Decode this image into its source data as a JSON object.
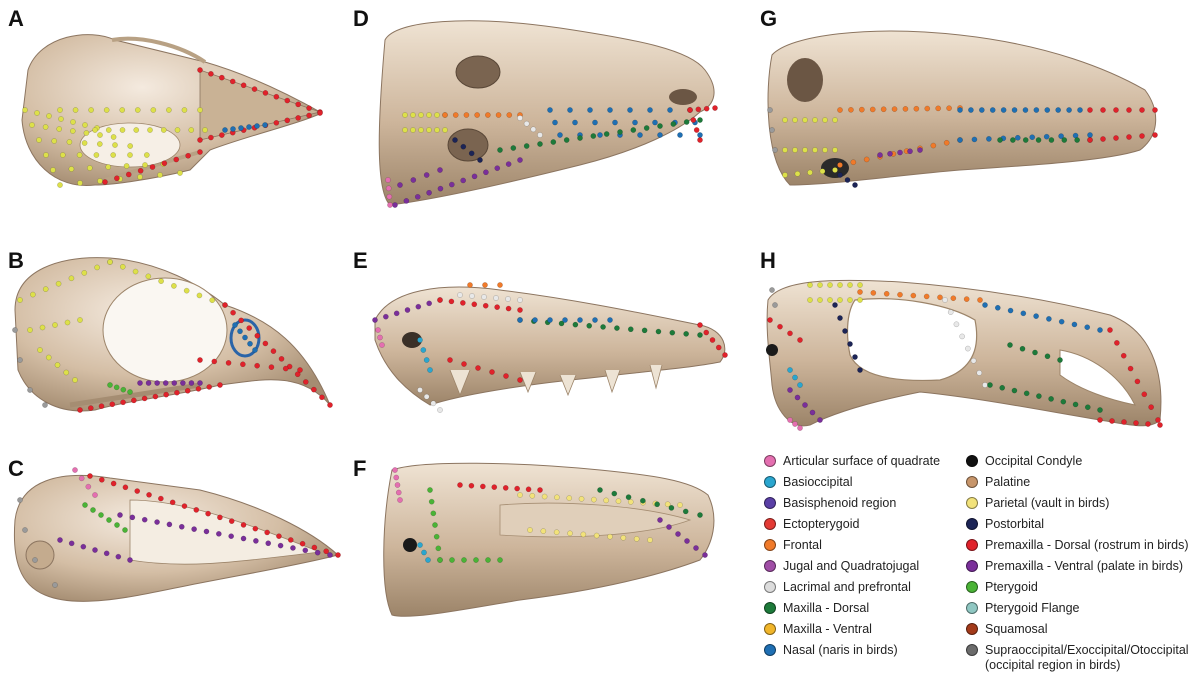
{
  "panels": [
    "A",
    "B",
    "C",
    "D",
    "E",
    "F",
    "G",
    "H"
  ],
  "colors": {
    "bone": "#cdb59b",
    "bone_dark": "#8c7560",
    "bone_light": "#e9dccb"
  },
  "legend": {
    "left": [
      {
        "label": "Articular surface of quadrate",
        "color": "#e46fb0"
      },
      {
        "label": "Basioccipital",
        "color": "#2aa6cf"
      },
      {
        "label": "Basisphenoid region",
        "color": "#5a3fa6"
      },
      {
        "label": "Ectopterygoid",
        "color": "#e33a34"
      },
      {
        "label": "Frontal",
        "color": "#f07a2a"
      },
      {
        "label": "Jugal and Quadratojugal",
        "color": "#a04ea6"
      },
      {
        "label": "Lacrimal and prefrontal",
        "color": "#dcdcdc"
      },
      {
        "label": "Maxilla - Dorsal",
        "color": "#1d7a3a"
      },
      {
        "label": "Maxilla - Ventral",
        "color": "#f0b52a"
      },
      {
        "label": "Nasal (naris in birds)",
        "color": "#1f6fb3"
      }
    ],
    "right": [
      {
        "label": "Occipital Condyle",
        "color": "#111111"
      },
      {
        "label": "Palatine",
        "color": "#c7956a"
      },
      {
        "label": "Parietal (vault in birds)",
        "color": "#f2e27a"
      },
      {
        "label": "Postorbital",
        "color": "#1c2456"
      },
      {
        "label": "Premaxilla - Dorsal (rostrum in birds)",
        "color": "#e0222b"
      },
      {
        "label": "Premaxilla - Ventral (palate in birds)",
        "color": "#7a2f9a"
      },
      {
        "label": "Pterygoid",
        "color": "#4ab336"
      },
      {
        "label": "Pterygoid Flange",
        "color": "#8fc7c2"
      },
      {
        "label": "Squamosal",
        "color": "#a33a1a"
      },
      {
        "label": "Supraoccipital/Exoccipital/Otoccipital",
        "label2": "(occipital region in birds)",
        "color": "#6b6b6b"
      }
    ]
  }
}
